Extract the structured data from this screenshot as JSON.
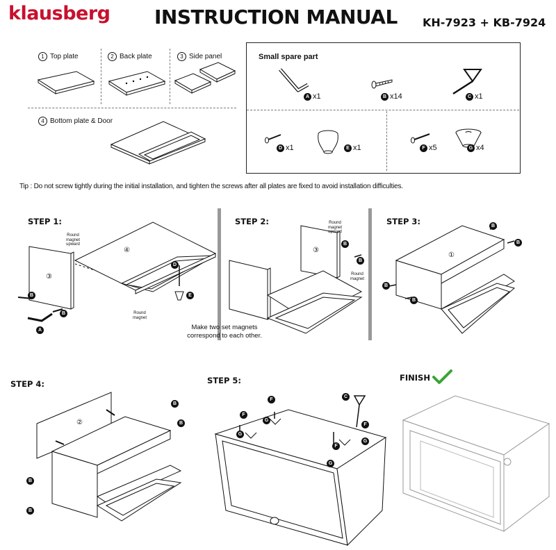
{
  "header": {
    "brand": "klausberg",
    "title": "INSTRUCTION MANUAL",
    "model": "KH-7923 + KB-7924"
  },
  "parts": [
    {
      "number": "①",
      "label": "Top plate"
    },
    {
      "number": "②",
      "label": "Back plate"
    },
    {
      "number": "③",
      "label": "Side panel"
    },
    {
      "number": "④",
      "label": "Bottom plate & Door"
    }
  ],
  "spare": {
    "title": "Small spare part",
    "items": [
      {
        "letter": "A",
        "qty": "x1"
      },
      {
        "letter": "B",
        "qty": "x14"
      },
      {
        "letter": "C",
        "qty": "x1"
      },
      {
        "letter": "D",
        "qty": "x1"
      },
      {
        "letter": "E",
        "qty": "x1"
      },
      {
        "letter": "F",
        "qty": "x5"
      },
      {
        "letter": "G",
        "qty": "x4"
      }
    ]
  },
  "tip": "Tip : Do not screw tightly during the initial installation, and tighten the screws after all plates are fixed to avoid installation difficulties.",
  "steps": [
    {
      "label": "STEP 1:"
    },
    {
      "label": "STEP 2:"
    },
    {
      "label": "STEP 3:"
    },
    {
      "label": "STEP 4:"
    },
    {
      "label": "STEP 5:"
    },
    {
      "label": "FINISH"
    }
  ],
  "notes": {
    "round_magnet_upward": "Round magnet upward",
    "round_magnet": "Round magnet",
    "magnets_text_1": "Make two set magnets",
    "magnets_text_2": "correspond to each other."
  },
  "diagram_numbers": {
    "one": "①",
    "two": "②",
    "three": "③",
    "four": "④"
  },
  "colors": {
    "brand": "#c8102e",
    "check": "#3aa535"
  }
}
